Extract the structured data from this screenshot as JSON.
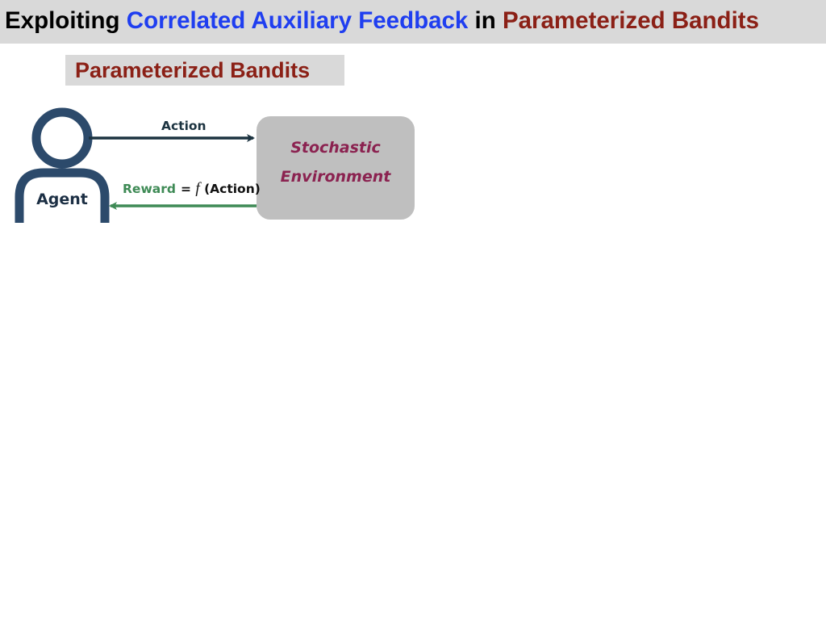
{
  "slide": {
    "title_segments": [
      {
        "text": "Exploiting ",
        "color": "#000000"
      },
      {
        "text": "Correlated Auxiliary Feedback",
        "color": "#1f3ef0"
      },
      {
        "text": " in ",
        "color": "#000000"
      },
      {
        "text": "Parameterized Bandits",
        "color": "#8b2016"
      }
    ],
    "subtitle": "Parameterized Bandits",
    "subtitle_color": "#8b2016",
    "title_bar_color": "#d9d9d9"
  },
  "diagram": {
    "agent": {
      "label": "Agent",
      "icon": "user-person-icon",
      "color": "#2c4a6b",
      "label_color": "#1c2f44"
    },
    "environment": {
      "line1": "Stochastic",
      "line2": "Environment",
      "color": "#8b2250",
      "box_color": "#bfbfbf"
    },
    "action_arrow": {
      "label": "Action",
      "color": "#1c3340"
    },
    "reward_arrow": {
      "label": "Reward",
      "formula_prefix": "= ",
      "formula_f": "f",
      "formula_suffix": " (Action)",
      "color": "#3e8a55",
      "formula_color": "#111111"
    }
  }
}
